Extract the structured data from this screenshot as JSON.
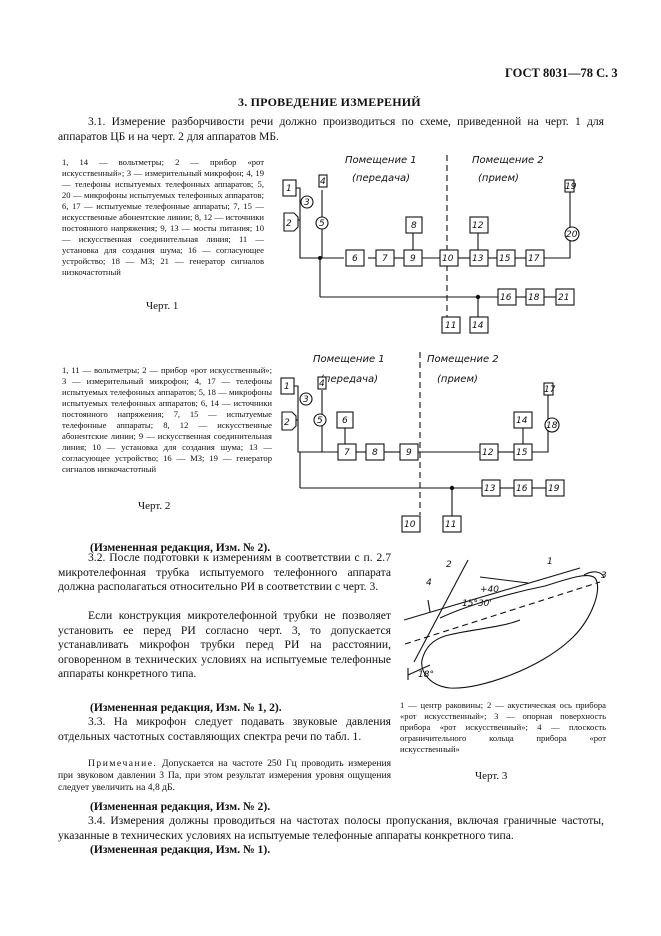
{
  "header": "ГОСТ 8031—78 С. 3",
  "section_title": "3. ПРОВЕДЕНИЕ ИЗМЕРЕНИЙ",
  "p31": "3.1. Измерение разборчивости речи должно производиться по схеме, приведенной на черт. 1 для аппаратов ЦБ и на черт. 2 для аппаратов МБ.",
  "legend1": "1, 14 — вольтметры; 2 — прибор «рот искусственный»; 3 — измерительный микрофон; 4, 19 — телефоны испытуемых телефонных аппаратов; 5, 20 — микрофоны испытуемых телефонных аппаратов; 6, 17 — испытуемые телефонные аппараты; 7, 15 — искусственные абонентские линии; 8, 12 — источники постоянного напряжения; 9, 13 — мосты питания; 10 — искусственная соединительная линия; 11 — установка для создания шума; 16 — согласующее устройство; 18 — МЗ; 21 — генератор сигналов низкочастотный",
  "caption1": "Черт. 1",
  "legend2": "1, 11 — вольтметры; 2 — прибор «рот искусственный»; 3 — измерительный микрофон; 4, 17 — телефоны испытуемых телефонных аппаратов; 5, 18 — микрофоны испытуемых телефонных аппаратов; 6, 14 — источники постоянного напряжения; 7, 15 — испытуемые телефонные аппараты; 8, 12 — искусственные абонентские линии; 9 — искусственная соединительная линия; 10 — установка для создания шума; 13 — согласующее устройство; 16 — МЗ; 19 — генератор сигналов низкочастотный",
  "caption2": "Черт. 2",
  "room1": "Помещение 1",
  "room1_sub": "(передача)",
  "room2": "Помещение 2",
  "room2_sub": "(прием)",
  "diag1": {
    "b1": "1",
    "b2": "2",
    "c3": "3",
    "b4": "4",
    "c5": "5",
    "b6": "6",
    "b7": "7",
    "b8": "8",
    "b9": "9",
    "b10": "10",
    "b11": "11",
    "b12": "12",
    "b13": "13",
    "b14": "14",
    "b15": "15",
    "b16": "16",
    "b17": "17",
    "b18": "18",
    "b19": "19",
    "c20": "20",
    "b21": "21"
  },
  "diag2": {
    "b1": "1",
    "b2": "2",
    "c3": "3",
    "b4": "4",
    "c5": "5",
    "b6": "6",
    "b7": "7",
    "b8": "8",
    "b9": "9",
    "b10": "10",
    "b11": "11",
    "b12": "12",
    "b13": "13",
    "b14": "14",
    "b15": "15",
    "b16": "16",
    "b17": "17",
    "c18": "18",
    "b19": "19"
  },
  "edit1": "(Измененная редакция, Изм. № 2).",
  "p32": "3.2. После подготовки к измерениям в соответствии с п. 2.7 микротелефонная трубка испытуемого телефонного аппарата должна располагаться относительно РИ в соответствии с черт. 3.",
  "p32b": "Если конструкция микротелефонной трубки не позволяет установить ее перед РИ согласно черт. 3, то допускается устанавливать микрофон трубки перед РИ на расстоянии, оговоренном в технических условиях на испытуемые телефонные аппараты конкретного типа.",
  "edit2": "(Измененная редакция, Изм. № 1, 2).",
  "p33": "3.3. На микрофон следует подавать звуковые давления отдельных частотных составляющих спектра речи по табл. 1.",
  "note_label": "Примечание.",
  "note_text": "Допускается на частоте 250 Гц проводить измерения при звуковом давлении 3 Па, при этом результат измерения уровня ощущения следует увеличить на 4,8 дБ.",
  "edit3": "(Измененная редакция, Изм. № 2).",
  "p34": "3.4. Измерения должны проводиться на частотах полосы пропускания, включая граничные частоты, указанные в технических условиях на испытуемые телефонные аппараты конкретного типа.",
  "edit4": "(Измененная редакция, Изм. № 1).",
  "fig3": {
    "l1": "1",
    "l2": "2",
    "l3": "3",
    "l4": "4",
    "dim140": "+40",
    "angle1": "15°30'",
    "angle2": "18°"
  },
  "legend3": "1 — центр раковины; 2 — акустическая ось прибора «рот искусственный»; 3 — опорная поверхность прибора «рот искусственный»; 4 — плоскость ограничительного кольца прибора «рот искусственный»",
  "caption3": "Черт. 3"
}
